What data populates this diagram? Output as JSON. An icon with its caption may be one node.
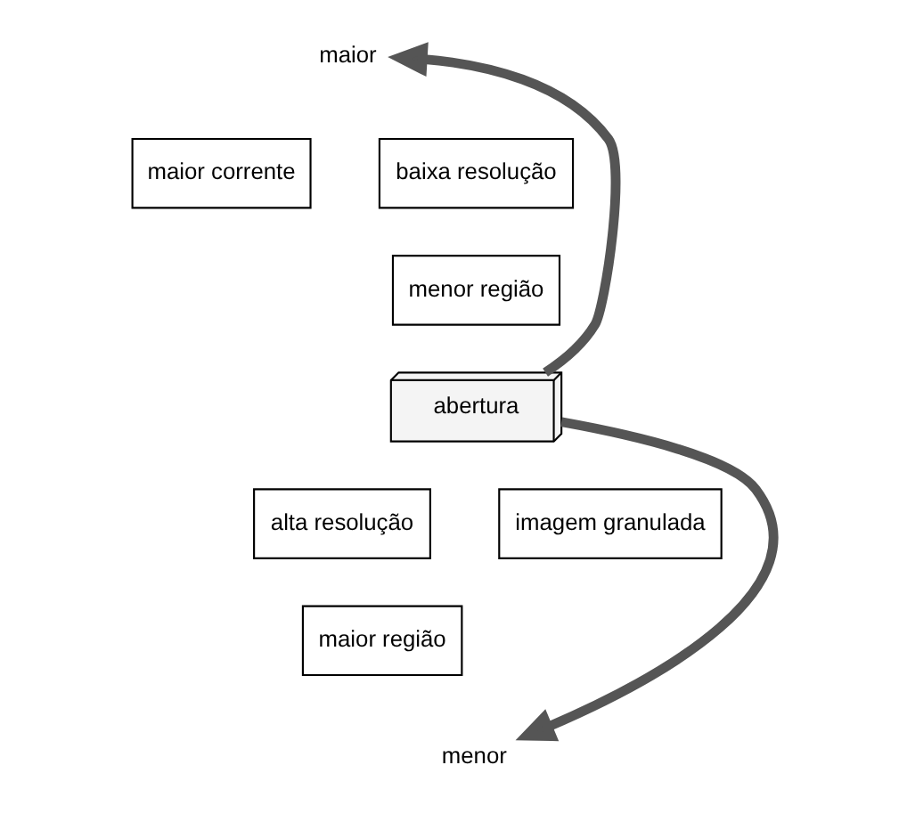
{
  "diagram": {
    "nodes": [
      {
        "text": [
          "maior"
        ]
      },
      {
        "text": [
          "maior corrente"
        ]
      },
      {
        "text": [
          "baixa resolução"
        ]
      },
      {
        "text": [
          "menor região"
        ]
      },
      {
        "text": [
          "abertura"
        ]
      },
      {
        "text": [
          "alta resolução"
        ]
      },
      {
        "text": [
          "maior região"
        ]
      },
      {
        "text": [
          "imagem granulada"
        ]
      },
      {
        "text": [
          "menor"
        ]
      }
    ],
    "edges": [
      {
        "from": 4,
        "to": 0,
        "arrow": "to"
      },
      {
        "from": 4,
        "to": 8,
        "arrow": "to"
      }
    ]
  }
}
